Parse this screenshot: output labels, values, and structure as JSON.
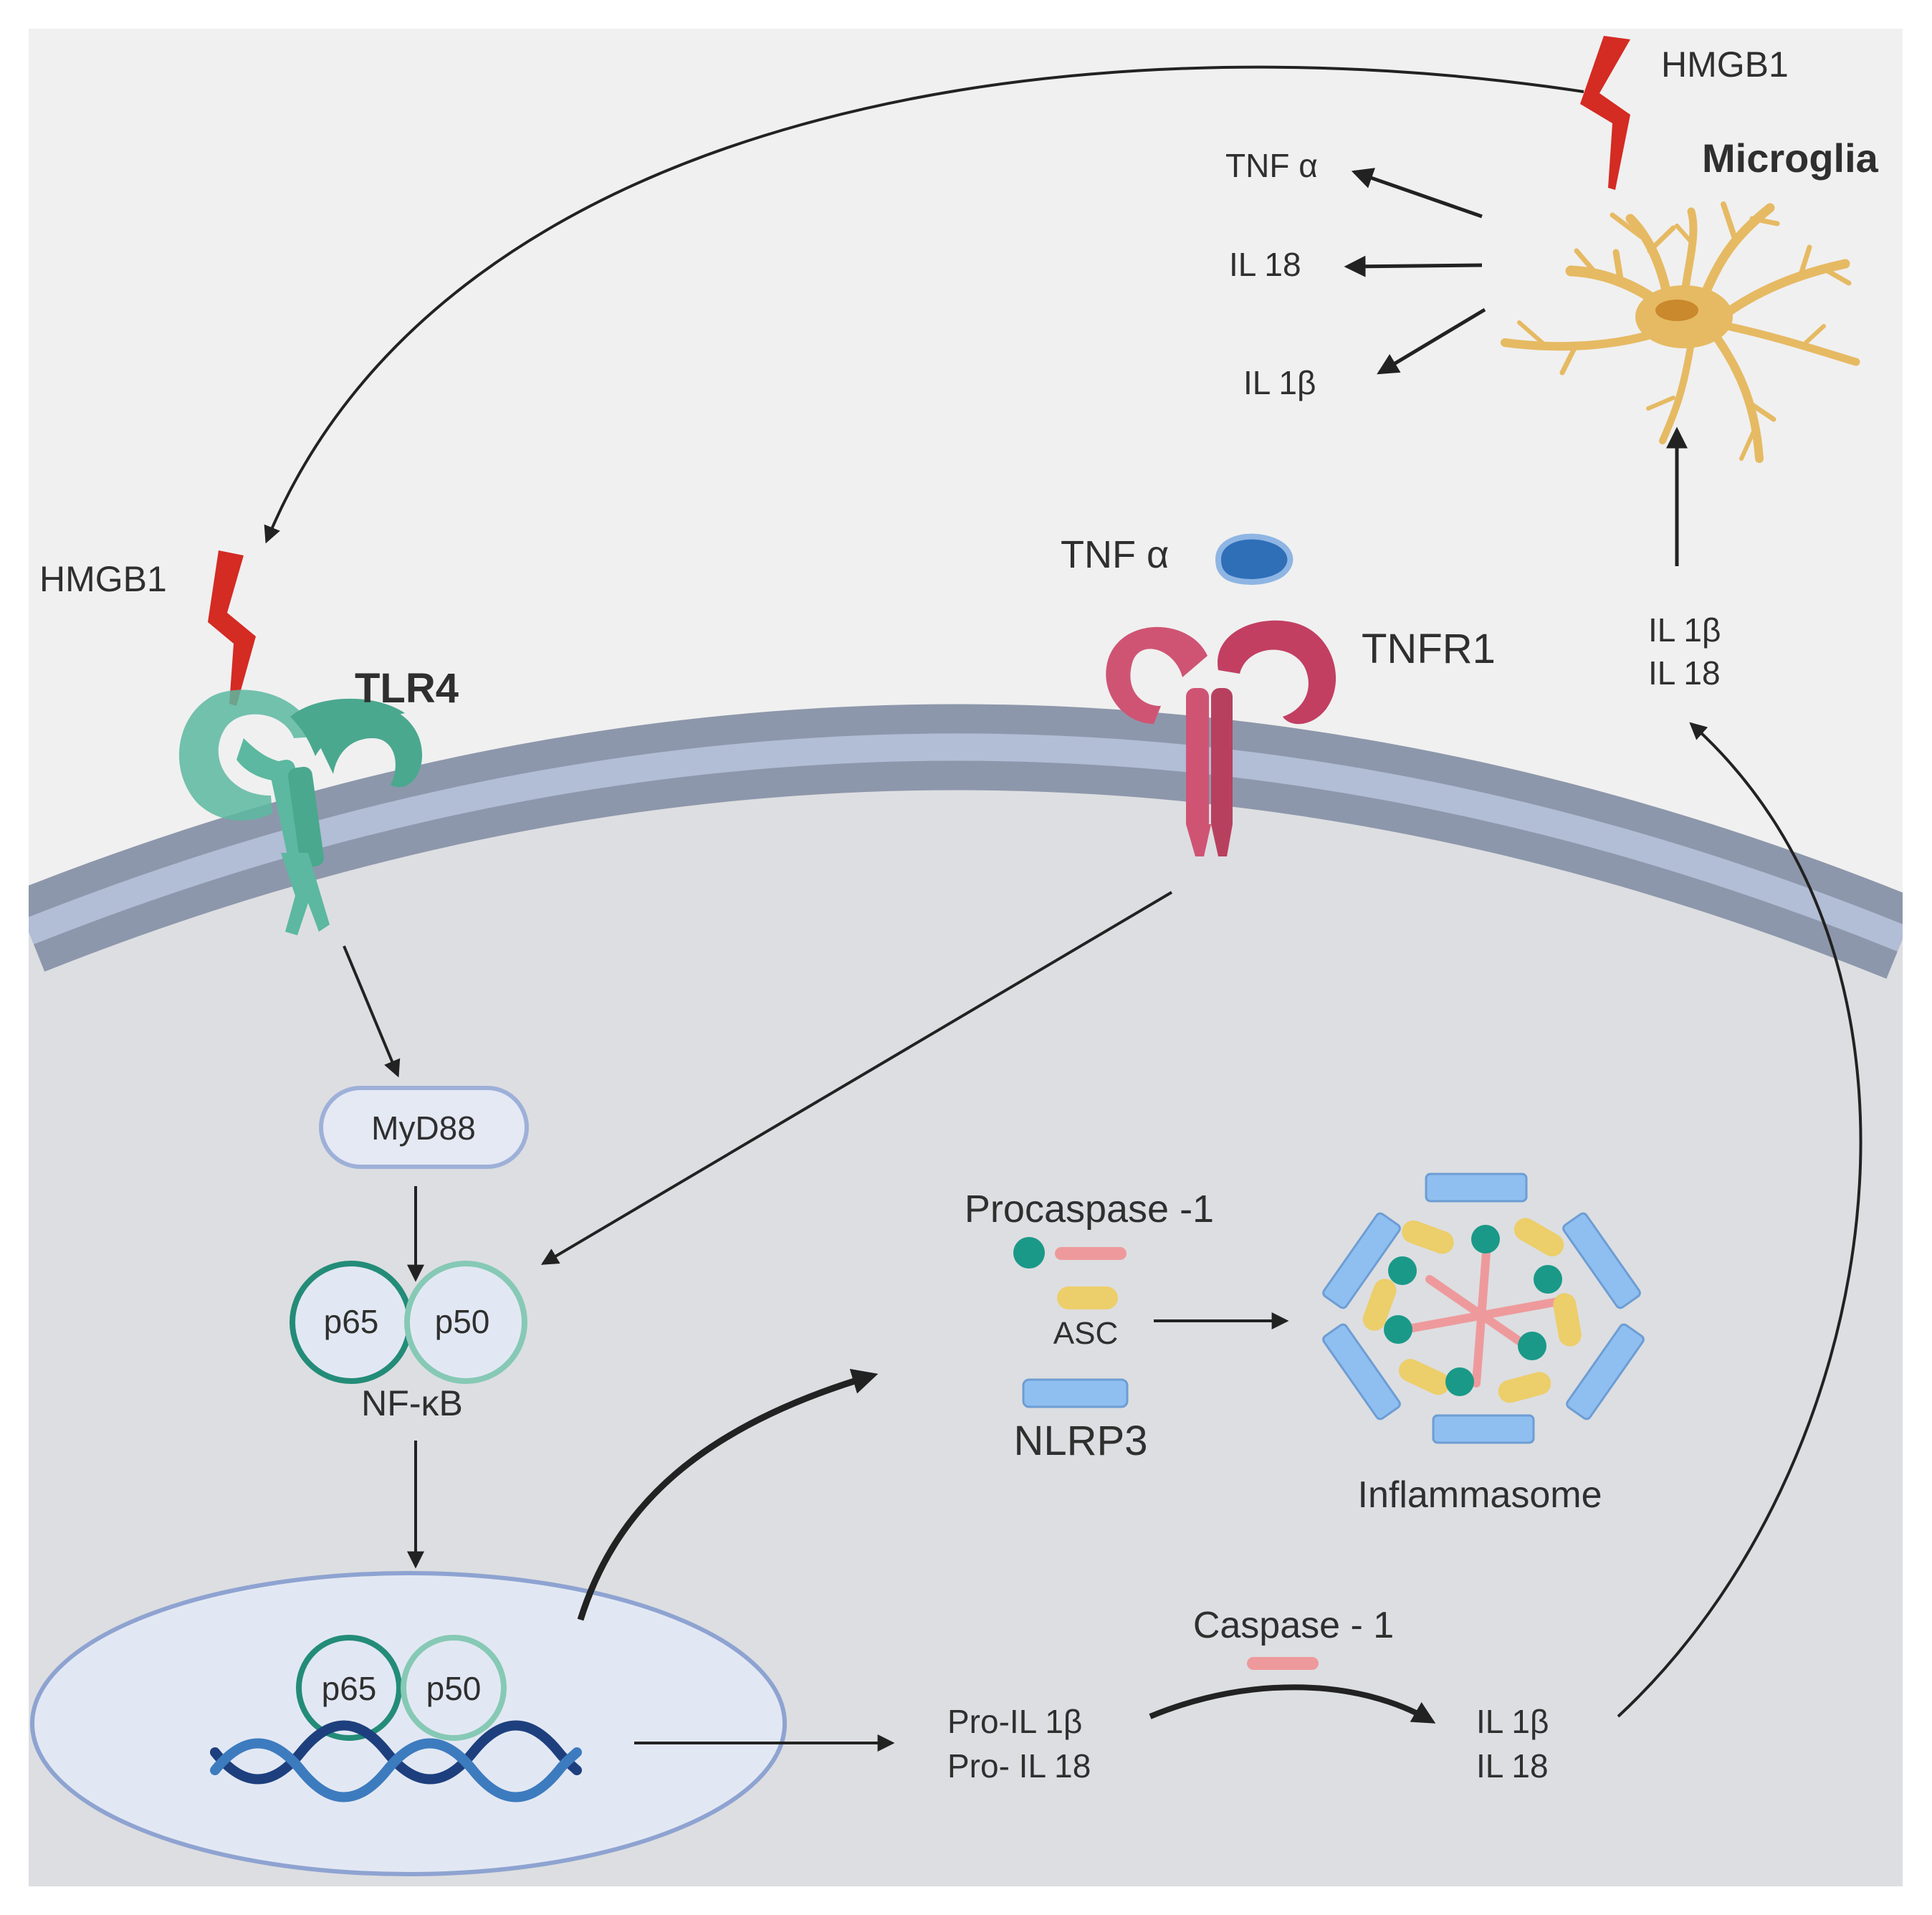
{
  "labels": {
    "hmgb1_top": "HMGB1",
    "microglia": "Microglia",
    "tnf_alpha_out": "TNF α",
    "il18_out": "IL 18",
    "il1b_out": "IL 1β",
    "tnf_alpha_ligand": "TNF α",
    "tnfr1": "TNFR1",
    "hmgb1_left": "HMGB1",
    "tlr4": "TLR4",
    "il1b_right": "IL 1β",
    "il18_right": "IL 18",
    "myd88": "MyD88",
    "p65": "p65",
    "p50": "p50",
    "nfkb": "NF-κB",
    "p65_nucleus": "p65",
    "p50_nucleus": "p50",
    "procaspase": "Procaspase -1",
    "asc": "ASC",
    "nlrp3": "NLRP3",
    "inflammasome": "Inflammasome",
    "caspase1": "Caspase - 1",
    "pro_il1b": "Pro-IL 1β",
    "pro_il18": "Pro- IL 18",
    "il1b_mature": "IL 1β",
    "il18_mature": "IL 18"
  },
  "colors": {
    "background": "#f0f0f0",
    "cytoplasm": "#dddee1",
    "membrane_outer": "#8d97ab",
    "membrane_inner": "#b2bdd6",
    "tlr4": "#5cb8a0",
    "tlr4_label": "#2e8f7b",
    "tnfr1": "#cf5474",
    "tnfr1_label": "#a83c4c",
    "hmgb1_bolt": "#d42b23",
    "microglia": "#e6ba63",
    "microglia_label": "#c9731f",
    "tnf_ligand": "#2f6fb8",
    "nucleus_fill": "#e2e8f3",
    "nucleus_stroke": "#8ea3d1",
    "p65_ring": "#238c78",
    "p50_ring": "#86c9b5",
    "procaspase_dot": "#1a9988",
    "procaspase_bar": "#ee9a9c",
    "asc": "#ecce6a",
    "nlrp3": "#8fbef0",
    "dna_a": "#1e3f7e",
    "dna_b": "#3d7bbf"
  }
}
